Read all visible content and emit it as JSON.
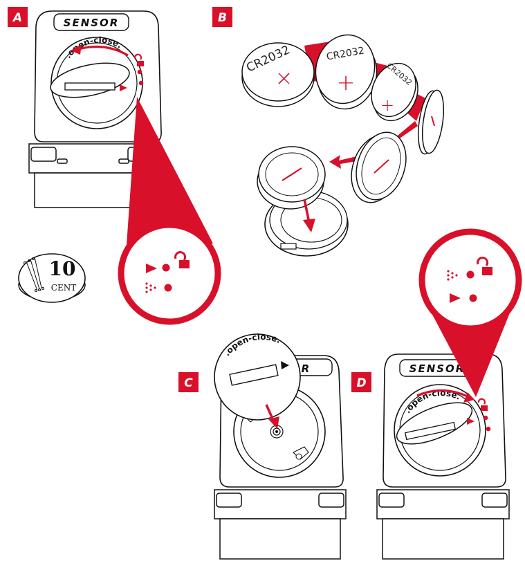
{
  "steps": [
    {
      "id": "A",
      "label": "A"
    },
    {
      "id": "B",
      "label": "B"
    },
    {
      "id": "C",
      "label": "C"
    },
    {
      "id": "D",
      "label": "D"
    }
  ],
  "device": {
    "label": "SENSOR",
    "label_partial": "OR"
  },
  "lid": {
    "label": "open-close"
  },
  "battery": {
    "model": "CR2032",
    "plus": "+",
    "minus": "–"
  },
  "coin": {
    "value": "10",
    "unit": "CENT"
  },
  "colors": {
    "accent": "#d8102a",
    "ink": "#111111",
    "paper": "#ffffff"
  }
}
